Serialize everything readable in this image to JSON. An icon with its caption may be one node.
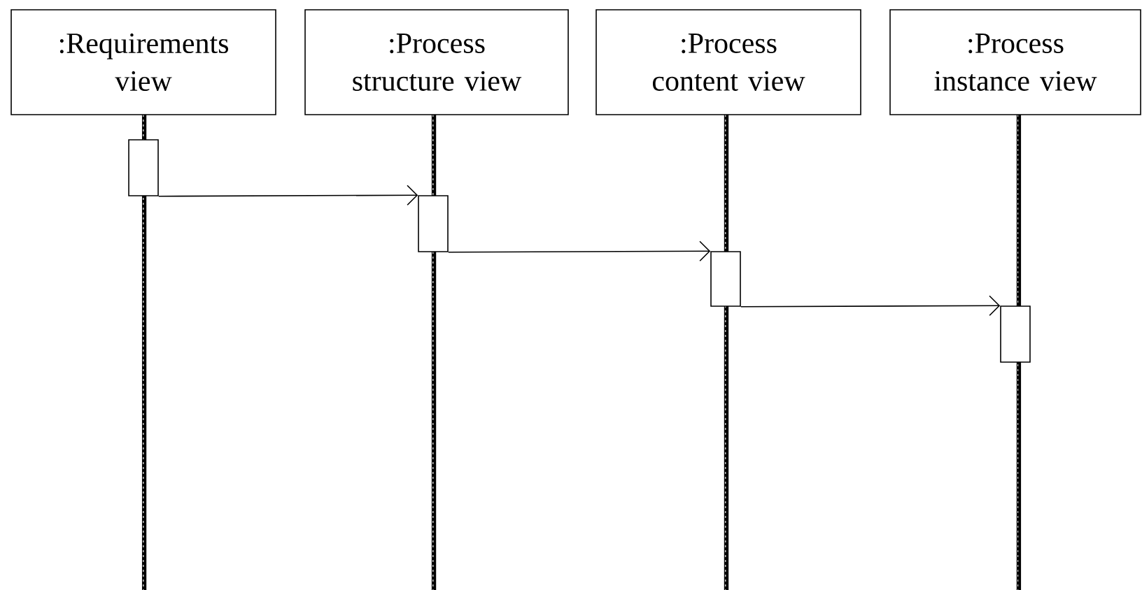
{
  "diagram": {
    "nodes": [
      {
        "text": [
          ":Requirements view"
        ]
      },
      {
        "text": [
          ":Process structure view"
        ]
      },
      {
        "text": [
          ":Process content view"
        ]
      },
      {
        "text": [
          ":Process instance view"
        ]
      },
      {
        "text": [],
        "shape": "box"
      },
      {
        "text": [],
        "shape": "box"
      },
      {
        "text": [],
        "shape": "box"
      },
      {
        "text": [],
        "shape": "box"
      }
    ],
    "edges": [
      {
        "from": 4,
        "to": 5,
        "arrow": "to"
      },
      {
        "from": 5,
        "to": 6,
        "arrow": "to"
      },
      {
        "from": 6,
        "to": 7,
        "arrow": "to"
      }
    ]
  }
}
